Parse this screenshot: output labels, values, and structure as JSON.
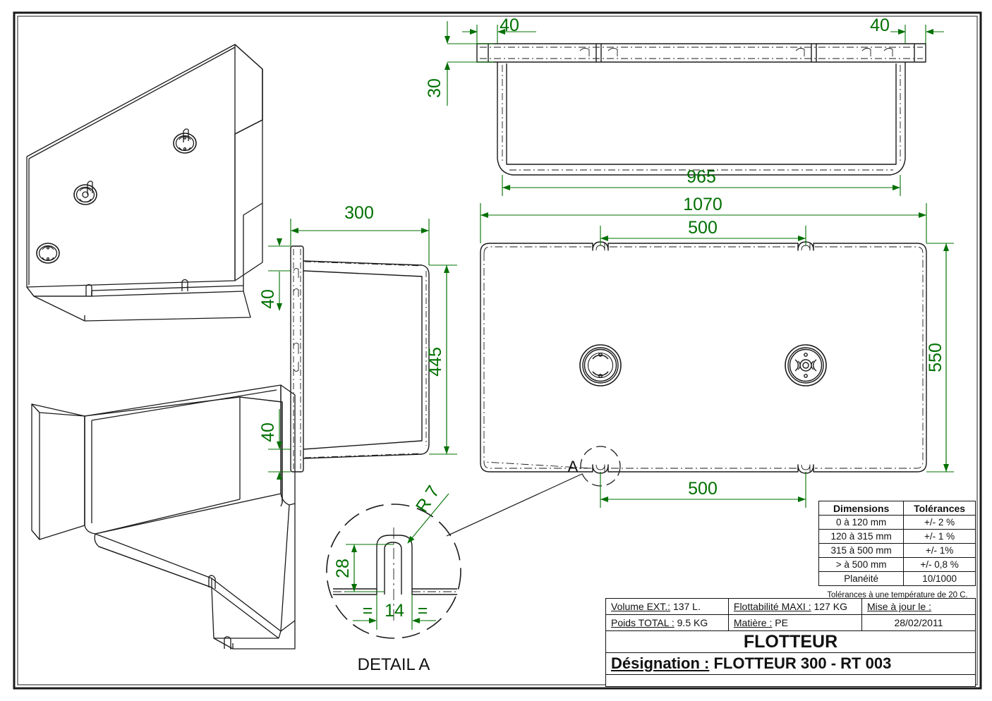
{
  "drawing": {
    "part_name": "FLOTTEUR",
    "designation_label": "Désignation :",
    "designation_value": "FLOTTEUR 300 - RT 003",
    "detail_caption": "DETAIL A",
    "detail_marker": "A"
  },
  "dimensions": {
    "section_flange_left": "40",
    "section_flange_right": "40",
    "section_height": "30",
    "section_inner_width": "965",
    "plan_outer_length": "1070",
    "plan_notch_top": "500",
    "plan_notch_bottom": "500",
    "plan_width": "550",
    "side_depth": "300",
    "side_flange_top": "40",
    "side_flange_bottom": "40",
    "side_height": "445",
    "detail_radius": "R 7",
    "detail_height": "28",
    "detail_width": "14",
    "detail_sym_left": "=",
    "detail_sym_right": "="
  },
  "tolerance_table": {
    "headers": [
      "Dimensions",
      "Tolérances"
    ],
    "rows": [
      [
        "0 à 120 mm",
        "+/- 2 %"
      ],
      [
        "120 à 315 mm",
        "+/- 1 %"
      ],
      [
        "315 à 500 mm",
        "+/- 1%"
      ],
      [
        "> à 500 mm",
        "+/- 0,8 %"
      ],
      [
        "Planéité",
        "10/1000"
      ]
    ],
    "note": "Tolérances à une température de 20 C."
  },
  "title_block": {
    "volume_label": "Volume EXT.:",
    "volume_value": "137 L.",
    "weight_label": "Poids TOTAL :",
    "weight_value": "9.5 KG",
    "buoyancy_label": "Flottabilité MAXI :",
    "buoyancy_value": "127  KG",
    "material_label": "Matière :",
    "material_value": "PE",
    "update_label": "Mise à jour le :",
    "update_value": "28/02/2011"
  },
  "colors": {
    "dimension_green": "#007000",
    "line_black": "#1a1a1a",
    "paper": "#ffffff"
  }
}
